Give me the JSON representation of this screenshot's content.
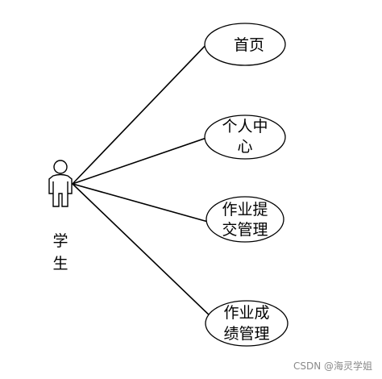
{
  "actor": {
    "label_lines": [
      "学",
      "生"
    ]
  },
  "use_cases": [
    {
      "lines": [
        "首页"
      ]
    },
    {
      "lines": [
        "个人中",
        "心"
      ]
    },
    {
      "lines": [
        "作业提",
        "交管理"
      ]
    },
    {
      "lines": [
        "作业成",
        "绩管理"
      ]
    }
  ],
  "watermark": "CSDN @海灵学姐"
}
